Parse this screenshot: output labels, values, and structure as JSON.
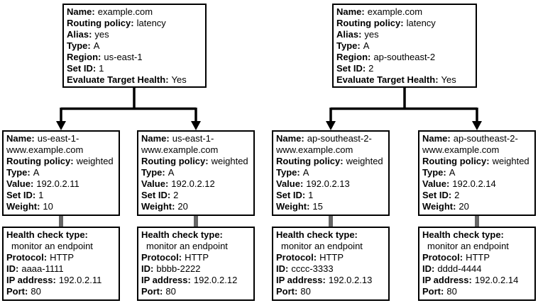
{
  "colors": {
    "line": "#000000",
    "health_link": "#666666"
  },
  "latency_records": [
    {
      "fields": [
        {
          "label": "Name:",
          "value": "example.com"
        },
        {
          "label": "Routing policy:",
          "value": "latency"
        },
        {
          "label": "Alias:",
          "value": "yes"
        },
        {
          "label": "Type:",
          "value": "A"
        },
        {
          "label": "Region:",
          "value": "us-east-1"
        },
        {
          "label": "Set ID:",
          "value": "1"
        },
        {
          "label": "Evaluate Target Health:",
          "value": "Yes"
        }
      ]
    },
    {
      "fields": [
        {
          "label": "Name:",
          "value": "example.com"
        },
        {
          "label": "Routing policy:",
          "value": "latency"
        },
        {
          "label": "Alias:",
          "value": "yes"
        },
        {
          "label": "Type:",
          "value": "A"
        },
        {
          "label": "Region:",
          "value": "ap-southeast-2"
        },
        {
          "label": "Set ID:",
          "value": "2"
        },
        {
          "label": "Evaluate Target Health:",
          "value": "Yes"
        }
      ]
    }
  ],
  "weighted_records": [
    {
      "fields": [
        {
          "label": "Name:",
          "value": "us-east-1-www.example.com"
        },
        {
          "label": "Routing policy:",
          "value": "weighted"
        },
        {
          "label": "Type:",
          "value": "A"
        },
        {
          "label": "Value:",
          "value": "192.0.2.11"
        },
        {
          "label": "Set ID:",
          "value": "1"
        },
        {
          "label": "Weight:",
          "value": "10"
        }
      ]
    },
    {
      "fields": [
        {
          "label": "Name:",
          "value": "us-east-1-www.example.com"
        },
        {
          "label": "Routing policy:",
          "value": "weighted"
        },
        {
          "label": "Type:",
          "value": "A"
        },
        {
          "label": "Value:",
          "value": "192.0.2.12"
        },
        {
          "label": "Set ID:",
          "value": "2"
        },
        {
          "label": "Weight:",
          "value": "20"
        }
      ]
    },
    {
      "fields": [
        {
          "label": "Name:",
          "value": "ap-southeast-2-www.example.com"
        },
        {
          "label": "Routing policy:",
          "value": "weighted"
        },
        {
          "label": "Type:",
          "value": "A"
        },
        {
          "label": "Value:",
          "value": "192.0.2.13"
        },
        {
          "label": "Set ID:",
          "value": "1"
        },
        {
          "label": "Weight:",
          "value": "15"
        }
      ]
    },
    {
      "fields": [
        {
          "label": "Name:",
          "value": "ap-southeast-2-www.example.com"
        },
        {
          "label": "Routing policy:",
          "value": "weighted"
        },
        {
          "label": "Type:",
          "value": "A"
        },
        {
          "label": "Value:",
          "value": "192.0.2.14"
        },
        {
          "label": "Set ID:",
          "value": "2"
        },
        {
          "label": "Weight:",
          "value": "20"
        }
      ]
    }
  ],
  "health_checks": [
    {
      "fields": [
        {
          "label": "Health check type:",
          "value": ""
        },
        {
          "label": "",
          "value": "monitor an endpoint"
        },
        {
          "label": "Protocol:",
          "value": "HTTP"
        },
        {
          "label": "ID:",
          "value": "aaaa-1111"
        },
        {
          "label": "IP address:",
          "value": "192.0.2.11"
        },
        {
          "label": "Port:",
          "value": "80"
        }
      ]
    },
    {
      "fields": [
        {
          "label": "Health check type:",
          "value": ""
        },
        {
          "label": "",
          "value": "monitor an endpoint"
        },
        {
          "label": "Protocol:",
          "value": "HTTP"
        },
        {
          "label": "ID:",
          "value": "bbbb-2222"
        },
        {
          "label": "IP address:",
          "value": "192.0.2.12"
        },
        {
          "label": "Port:",
          "value": "80"
        }
      ]
    },
    {
      "fields": [
        {
          "label": "Health check type:",
          "value": ""
        },
        {
          "label": "",
          "value": "monitor an endpoint"
        },
        {
          "label": "Protocol:",
          "value": "HTTP"
        },
        {
          "label": "ID:",
          "value": "cccc-3333"
        },
        {
          "label": "IP address:",
          "value": "192.0.2.13"
        },
        {
          "label": "Port:",
          "value": "80"
        }
      ]
    },
    {
      "fields": [
        {
          "label": "Health check type:",
          "value": ""
        },
        {
          "label": "",
          "value": "monitor an endpoint"
        },
        {
          "label": "Protocol:",
          "value": "HTTP"
        },
        {
          "label": "ID:",
          "value": "dddd-4444"
        },
        {
          "label": "IP address:",
          "value": "192.0.2.14"
        },
        {
          "label": "Port:",
          "value": "80"
        }
      ]
    }
  ]
}
